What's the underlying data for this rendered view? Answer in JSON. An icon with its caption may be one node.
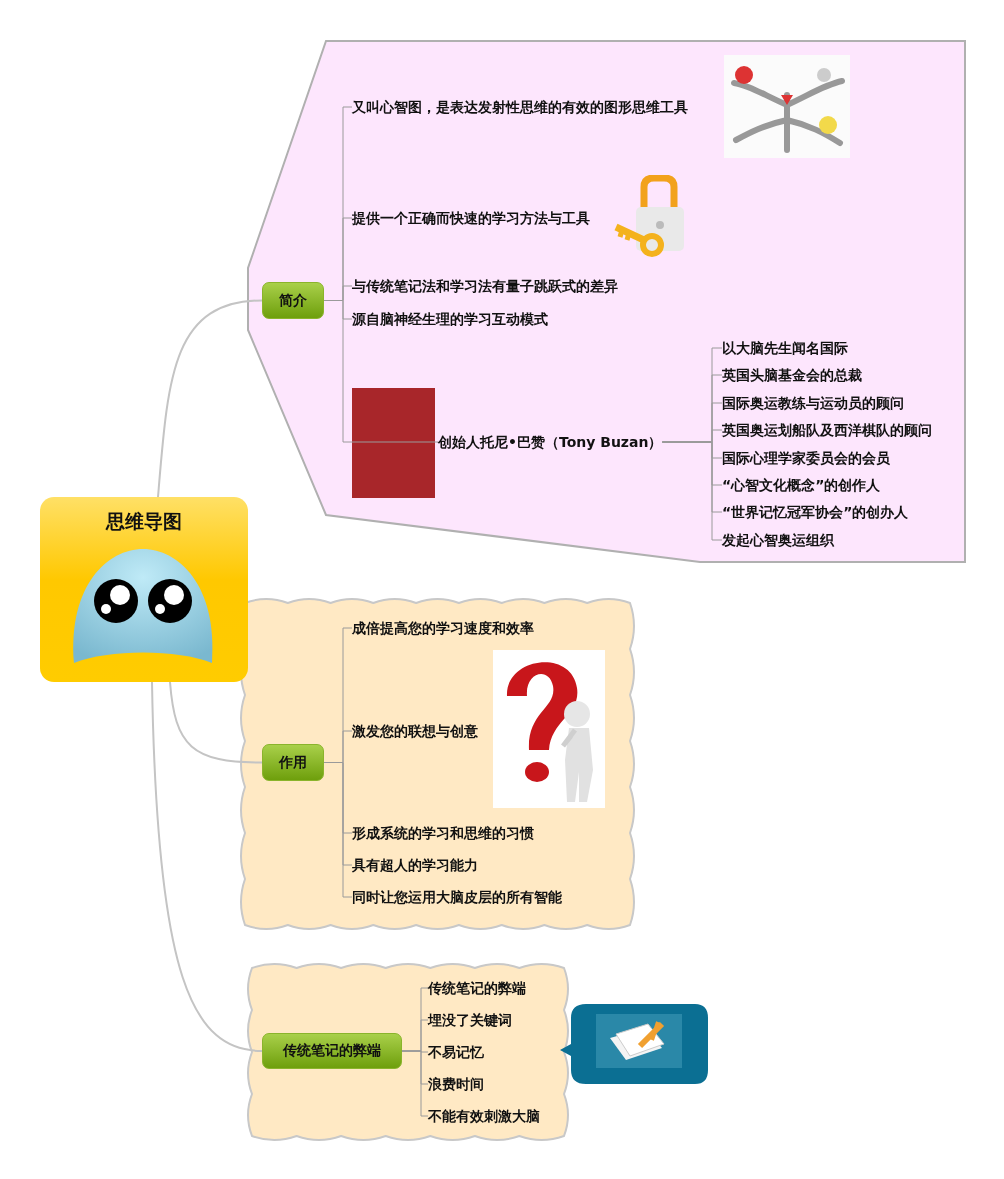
{
  "diagram": {
    "nodes": [
      {
        "text": [
          "思维导图"
        ]
      },
      {
        "text": [],
        "shape": "box"
      },
      {
        "text": [
          "简介"
        ],
        "in": 1
      },
      {
        "text": [
          "又叫心智图，是表达发射性思维的有效的图形思维工具"
        ],
        "in": 1
      },
      {
        "text": [
          "提供一个正确而快速的学习方法与工具"
        ],
        "in": 1
      },
      {
        "text": [
          "与传统笔记法和学习法有量子跳跃式的差异"
        ],
        "in": 1
      },
      {
        "text": [
          "源自脑神经生理的学习互动模式"
        ],
        "in": 1
      },
      {
        "text": [
          "创始人托尼•巴赞（Tony Buzan）"
        ],
        "in": 1
      },
      {
        "text": [
          "以大脑先生闻名国际"
        ],
        "in": 1
      },
      {
        "text": [
          "英国头脑基金会的总裁"
        ],
        "in": 1
      },
      {
        "text": [
          "国际奥运教练与运动员的顾问"
        ],
        "in": 1
      },
      {
        "text": [
          "英国奥运划船队及西洋棋队的顾问"
        ],
        "in": 1
      },
      {
        "text": [
          "国际心理学家委员会的会员"
        ],
        "in": 1
      },
      {
        "text": [
          "“心智文化概念”的创作人"
        ],
        "in": 1
      },
      {
        "text": [
          "“世界记忆冠军协会”的创办人"
        ],
        "in": 1
      },
      {
        "text": [
          "发起心智奥运组织"
        ],
        "in": 1
      },
      {
        "text": [],
        "shape": "cloud"
      },
      {
        "text": [
          "作用"
        ],
        "in": 16
      },
      {
        "text": [
          "成倍提高您的学习速度和效率"
        ],
        "in": 16
      },
      {
        "text": [
          "激发您的联想与创意"
        ],
        "in": 16
      },
      {
        "text": [
          "形成系统的学习和思维的习惯"
        ],
        "in": 16
      },
      {
        "text": [
          "具有超人的学习能力"
        ],
        "in": 16
      },
      {
        "text": [
          "同时让您运用大脑皮层的所有智能"
        ],
        "in": 16
      },
      {
        "text": [],
        "shape": "cloud"
      },
      {
        "text": [
          "传统笔记的弊端"
        ],
        "in": 23
      },
      {
        "text": [
          "传统笔记的弊端"
        ],
        "in": 23
      },
      {
        "text": [
          "埋没了关键词"
        ],
        "in": 23
      },
      {
        "text": [
          "不易记忆"
        ],
        "in": 23
      },
      {
        "text": [
          "浪费时间"
        ],
        "in": 23
      },
      {
        "text": [
          "不能有效刺激大脑"
        ],
        "in": 23
      }
    ],
    "edges": [
      {
        "from": 0,
        "to": 2,
        "arrow": "none"
      },
      {
        "from": 0,
        "to": 17,
        "arrow": "none"
      },
      {
        "from": 0,
        "to": 24,
        "arrow": "none"
      },
      {
        "from": 2,
        "to": 3,
        "arrow": "none"
      },
      {
        "from": 2,
        "to": 4,
        "arrow": "none"
      },
      {
        "from": 2,
        "to": 5,
        "arrow": "none"
      },
      {
        "from": 2,
        "to": 6,
        "arrow": "none"
      },
      {
        "from": 2,
        "to": 7,
        "arrow": "none"
      },
      {
        "from": 7,
        "to": 8,
        "arrow": "none"
      },
      {
        "from": 7,
        "to": 9,
        "arrow": "none"
      },
      {
        "from": 7,
        "to": 10,
        "arrow": "none"
      },
      {
        "from": 7,
        "to": 11,
        "arrow": "none"
      },
      {
        "from": 7,
        "to": 12,
        "arrow": "none"
      },
      {
        "from": 7,
        "to": 13,
        "arrow": "none"
      },
      {
        "from": 7,
        "to": 14,
        "arrow": "none"
      },
      {
        "from": 7,
        "to": 15,
        "arrow": "none"
      },
      {
        "from": 17,
        "to": 18,
        "arrow": "none"
      },
      {
        "from": 17,
        "to": 19,
        "arrow": "none"
      },
      {
        "from": 17,
        "to": 20,
        "arrow": "none"
      },
      {
        "from": 17,
        "to": 21,
        "arrow": "none"
      },
      {
        "from": 17,
        "to": 22,
        "arrow": "none"
      },
      {
        "from": 24,
        "to": 25,
        "arrow": "none"
      },
      {
        "from": 24,
        "to": 26,
        "arrow": "none"
      },
      {
        "from": 24,
        "to": 27,
        "arrow": "none"
      },
      {
        "from": 24,
        "to": 28,
        "arrow": "none"
      },
      {
        "from": 24,
        "to": 29,
        "arrow": "none"
      }
    ]
  }
}
